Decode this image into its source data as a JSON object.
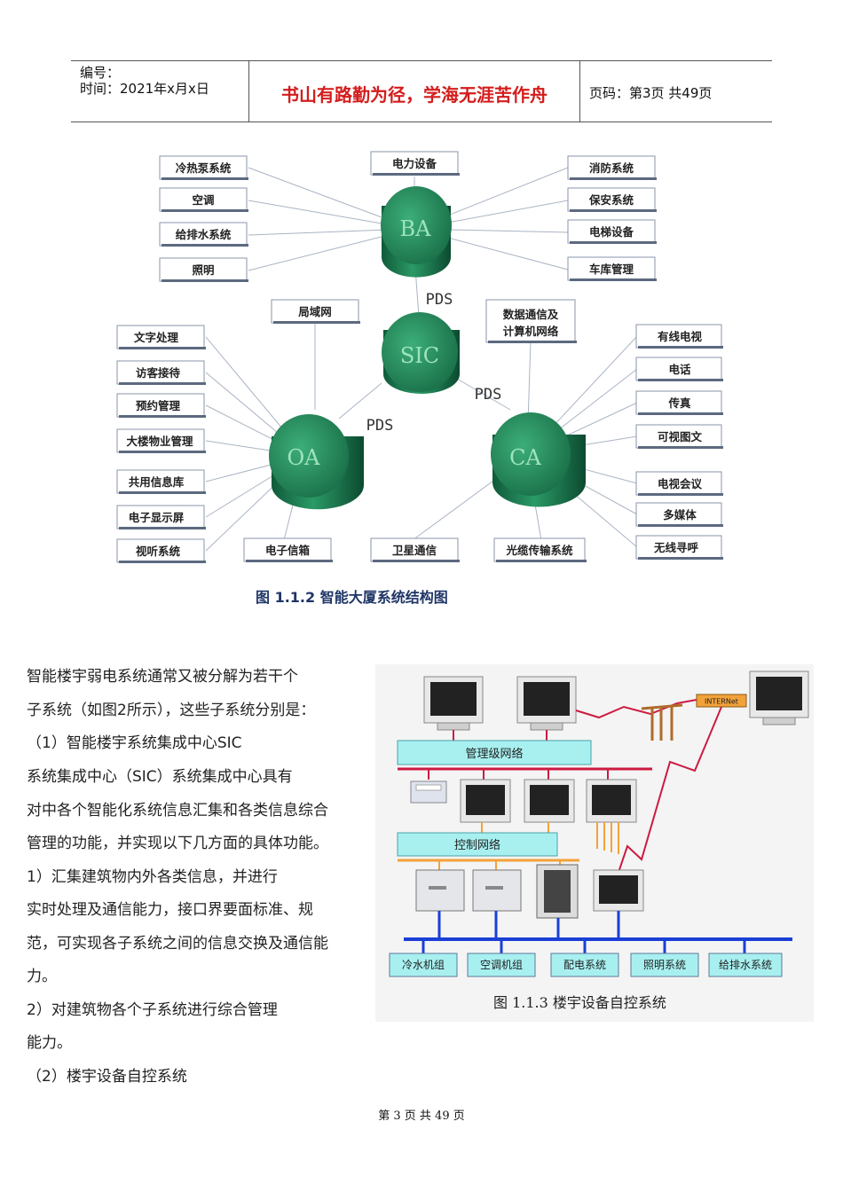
{
  "header": {
    "serial_label": "编号：",
    "time_label": "时间：2021年x月x日",
    "motto": "书山有路勤为径，学海无涯苦作舟",
    "page_info": "页码：第3页  共49页"
  },
  "figure1": {
    "caption": "图 1.1.2    智能大厦系统结构图",
    "nodes": {
      "ba": "BA",
      "sic": "SIC",
      "oa": "OA",
      "ca": "CA"
    },
    "links": {
      "pds1": "PDS",
      "pds2": "PDS",
      "pds3": "PDS"
    },
    "ba_left": [
      "冷热泵系统",
      "空调",
      "给排水系统",
      "照明"
    ],
    "ba_top": "电力设备",
    "ba_right": [
      "消防系统",
      "保安系统",
      "电梯设备",
      "车库管理"
    ],
    "sic_top": "局域网",
    "oa_left": [
      "文字处理",
      "访客接待",
      "预约管理",
      "大楼物业管理",
      "共用信息库",
      "电子显示屏",
      "视听系统"
    ],
    "oa_bottom": "电子信箱",
    "ca_top": [
      "数据通信及",
      "计算机网络"
    ],
    "ca_bottom": [
      "卫星通信",
      "光缆传输系统"
    ],
    "ca_right": [
      "有线电视",
      "电话",
      "传真",
      "可视图文",
      "电视会议",
      "多媒体",
      "无线寻呼"
    ]
  },
  "body_lines": [
    "    智能楼宇弱电系统通常又被分解为若干个",
    "子系统（如图2所示），这些子系统分别是：",
    "   （1）智能楼宇系统集成中心SIC",
    "    系统集成中心（SIC）系统集成中心具有",
    "对中各个智能化系统信息汇集和各类信息综合",
    "管理的功能，并实现以下几方面的具体功能。",
    "     1）汇集建筑物内外各类信息，并进行",
    "实时处理及通信能力，接口界要面标准、规",
    "范，可实现各子系统之间的信息交换及通信能",
    "力。",
    "     2）对建筑物各个子系统进行综合管理",
    "能力。",
    "   （2）楼宇设备自控系统"
  ],
  "figure2": {
    "caption": "图 1.1.3    楼宇设备自控系统",
    "mgmt_network": "管理级网络",
    "control_network": "控制网络",
    "internet": "INTERNet",
    "bottom_boxes": [
      "冷水机组",
      "空调机组",
      "配电系统",
      "照明系统",
      "给排水系统"
    ]
  },
  "footer": "第 3 页 共 49 页",
  "colors": {
    "motto": "#d41c1c",
    "cylinder": "#1f7a52",
    "network_bar": "#a8f0f0",
    "bus_blue": "#1a3fd6",
    "red_link": "#cc1a40",
    "orange": "#f2a23a"
  }
}
